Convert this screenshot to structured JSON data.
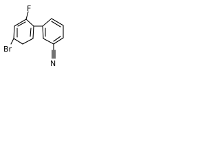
{
  "structure": {
    "atoms": {
      "fluorine": "F",
      "bromine": "Br",
      "nitrogen": "N"
    }
  }
}
